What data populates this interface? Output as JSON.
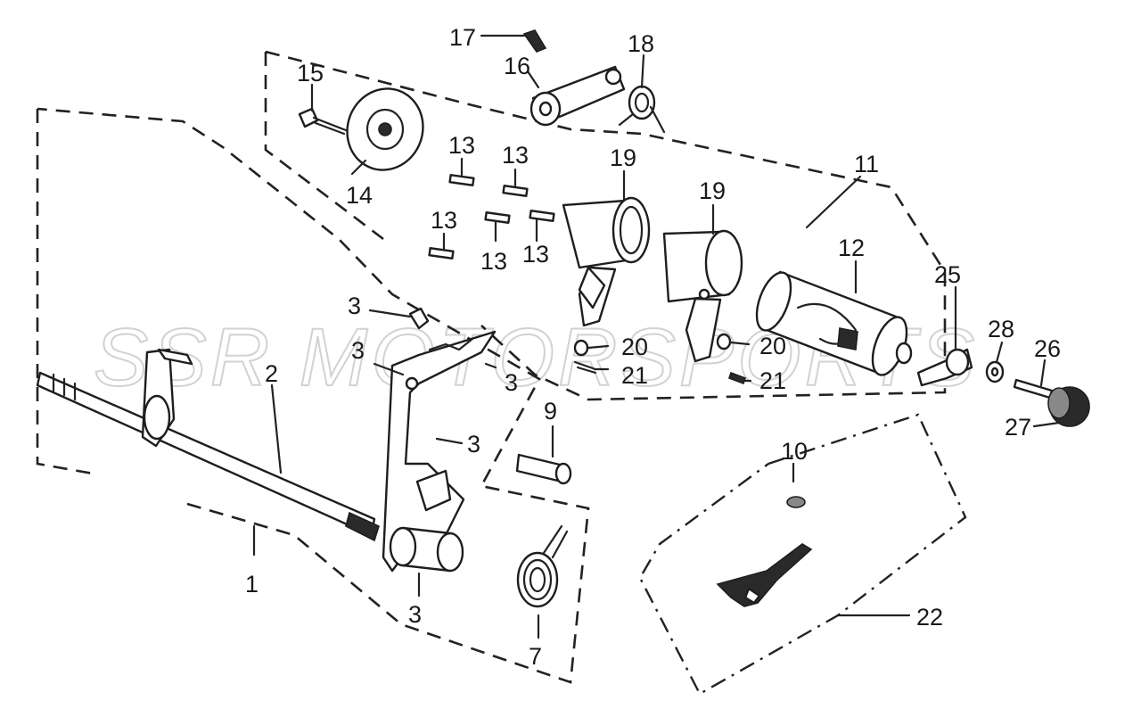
{
  "watermark": "SSR MOTORSPORTS",
  "callouts": [
    {
      "id": "label-1",
      "text": "1"
    },
    {
      "id": "label-2",
      "text": "2"
    },
    {
      "id": "label-3a",
      "text": "3"
    },
    {
      "id": "label-3b",
      "text": "3"
    },
    {
      "id": "label-3c",
      "text": "3"
    },
    {
      "id": "label-3d",
      "text": "3"
    },
    {
      "id": "label-3e",
      "text": "3"
    },
    {
      "id": "label-7",
      "text": "7"
    },
    {
      "id": "label-9",
      "text": "9"
    },
    {
      "id": "label-10",
      "text": "10"
    },
    {
      "id": "label-11",
      "text": "11"
    },
    {
      "id": "label-12",
      "text": "12"
    },
    {
      "id": "label-13a",
      "text": "13"
    },
    {
      "id": "label-13b",
      "text": "13"
    },
    {
      "id": "label-13c",
      "text": "13"
    },
    {
      "id": "label-13d",
      "text": "13"
    },
    {
      "id": "label-13e",
      "text": "13"
    },
    {
      "id": "label-14",
      "text": "14"
    },
    {
      "id": "label-15",
      "text": "15"
    },
    {
      "id": "label-16",
      "text": "16"
    },
    {
      "id": "label-17",
      "text": "17"
    },
    {
      "id": "label-18",
      "text": "18"
    },
    {
      "id": "label-19a",
      "text": "19"
    },
    {
      "id": "label-19b",
      "text": "19"
    },
    {
      "id": "label-20a",
      "text": "20"
    },
    {
      "id": "label-20b",
      "text": "20"
    },
    {
      "id": "label-21a",
      "text": "21"
    },
    {
      "id": "label-21b",
      "text": "21"
    },
    {
      "id": "label-22",
      "text": "22"
    },
    {
      "id": "label-25",
      "text": "25"
    },
    {
      "id": "label-26",
      "text": "26"
    },
    {
      "id": "label-27",
      "text": "27"
    },
    {
      "id": "label-28",
      "text": "28"
    }
  ]
}
